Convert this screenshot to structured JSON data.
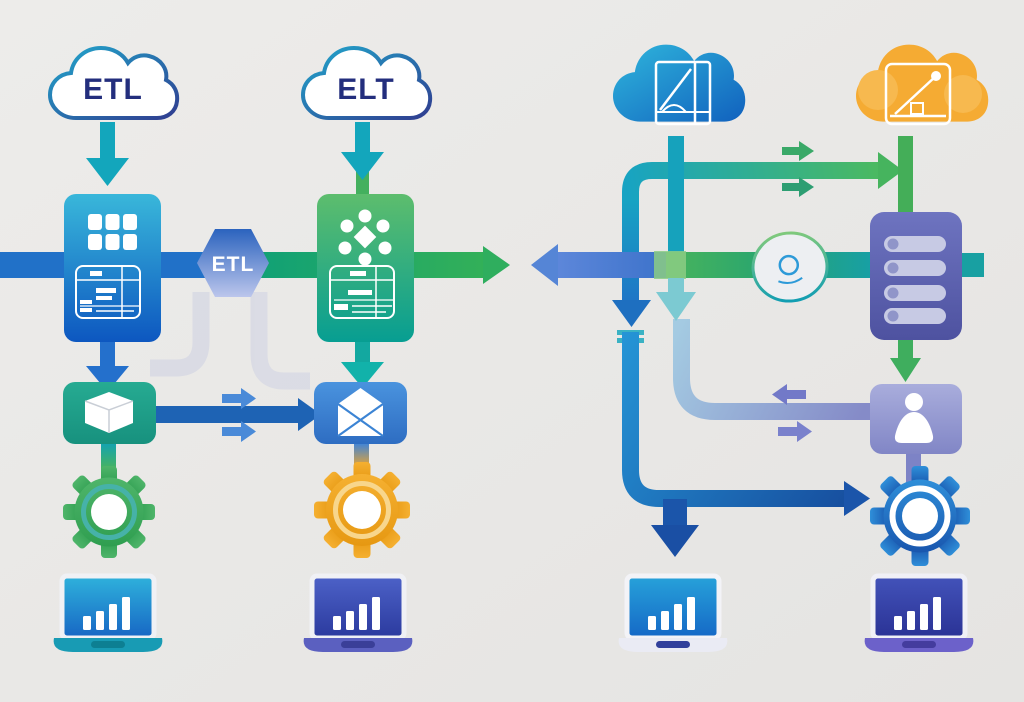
{
  "diagram": {
    "description": "ETL vs ELT data pipeline comparison illustration",
    "labels": {
      "etl_cloud": "ETL",
      "elt_cloud": "ELT",
      "etl_hexagon": "ETL"
    },
    "icons": {
      "etl-cloud": "outlined white cloud",
      "elt-cloud": "outlined white cloud",
      "grid-icon": "3x2 grid of squares",
      "data-table-icon": "outlined data table",
      "molecule-icon": "hub of dots around diamond",
      "cube-icon": "3d cube",
      "envelope-icon": "open envelope",
      "gear-icon": "cog wheel",
      "bar-chart-icon": "rising bars on laptop screen",
      "line-chart-icon": "document with rising line",
      "trend-chart-icon": "chart with rising line and marker dot",
      "server-icon": "stacked server rack",
      "person-icon": "user silhouette",
      "pump-icon": "circular valve node"
    },
    "colors": {
      "background": "#e9e8e6",
      "teal": "#16a3bc",
      "blue": "#1e6fc6",
      "dark_blue": "#1b55aa",
      "green": "#35ad5e",
      "orange": "#f2a629",
      "indigo": "#5a60b8",
      "periwinkle": "#8a90cc",
      "navy_text": "#232e7d",
      "white": "#ffffff"
    }
  }
}
